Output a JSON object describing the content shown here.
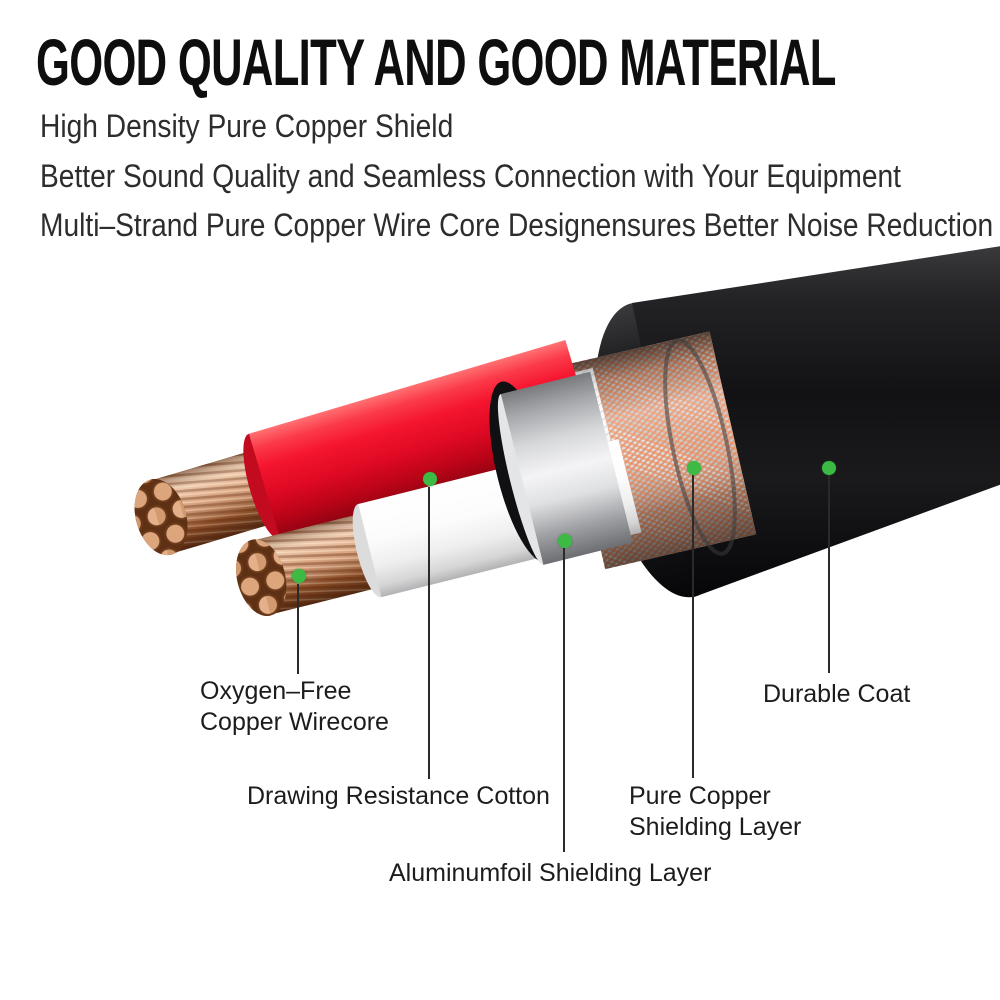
{
  "header": {
    "title": "GOOD QUALITY AND GOOD MATERIAL",
    "features": [
      "High Density Pure Copper Shield",
      "Better Sound Quality and Seamless Connection with Your Equipment",
      "Multi–Strand Pure Copper Wire Core Designensures Better Noise Reduction"
    ]
  },
  "diagram": {
    "type": "cable-cutaway",
    "marker_color": "#3cba44",
    "layers": [
      {
        "name": "copper-wirecore",
        "label_lines": [
          "Oxygen–Free",
          "Copper Wirecore"
        ],
        "color": "#c98e62"
      },
      {
        "name": "drawing-resistance-cotton",
        "label_lines": [
          "Drawing Resistance Cotton"
        ],
        "color": "#f2f2f2"
      },
      {
        "name": "aluminum-foil",
        "label_lines": [
          "Aluminumfoil Shielding Layer"
        ],
        "color": "#c9cacc"
      },
      {
        "name": "pure-copper-shield",
        "label_lines": [
          "Pure Copper",
          "Shielding Layer"
        ],
        "color": "#ee9b72"
      },
      {
        "name": "durable-coat",
        "label_lines": [
          "Durable Coat"
        ],
        "color": "#1b1b1d"
      }
    ],
    "wires": [
      {
        "name": "red-wire",
        "color": "#f2142e"
      },
      {
        "name": "white-wire",
        "color": "#f5f5f5"
      }
    ]
  }
}
